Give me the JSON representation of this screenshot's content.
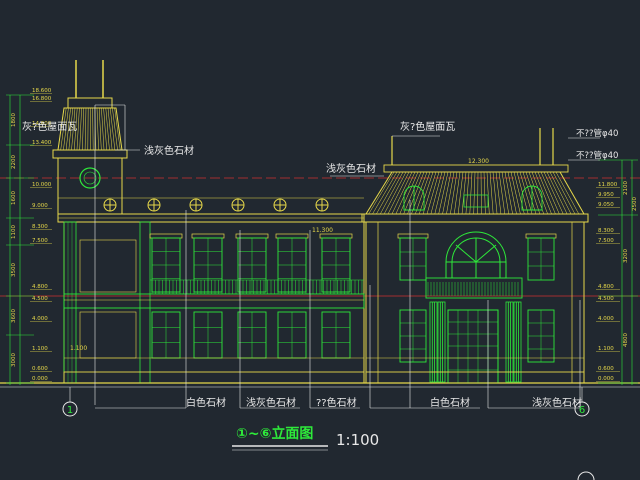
{
  "drawing": {
    "title": "①~⑥立面图",
    "scale": "1:100",
    "axis_start": "1",
    "axis_end": "6"
  },
  "labels": {
    "roof_tile_left": "灰?色屋面瓦",
    "light_gray_stone_upper": "浅灰色石材",
    "light_gray_stone_mid": "浅灰色石材",
    "roof_tile_right": "灰?色屋面瓦",
    "pipe_top": "不??管φ40",
    "pipe_mid": "不??管φ40",
    "white_stone_left": "白色石材",
    "light_gray_stone_bottom_left": "浅灰色石材",
    "unknown_stone": "??色石材",
    "white_stone_right": "白色石材",
    "light_gray_stone_bottom_right": "浅灰色石材"
  },
  "levels_left": [
    "18.600",
    "16.800",
    "14.600",
    "13.400",
    "10.000",
    "9.000",
    "8.300",
    "7.500",
    "4.800",
    "4.500",
    "4.000",
    "1.100",
    "0.600",
    "0.000"
  ],
  "levels_right": [
    "11.800",
    "9.950",
    "9.050",
    "8.300",
    "7.500",
    "4.800",
    "4.500",
    "4.000",
    "1.100",
    "0.600",
    "0.000"
  ],
  "dims_left": [
    "1800",
    "2200",
    "1600",
    "1100",
    "3500",
    "3600",
    "3000"
  ],
  "dims_right": [
    "2100",
    "2500",
    "3200",
    "4800"
  ],
  "floor_marks": [
    "12.300",
    "11.300",
    "1.100"
  ],
  "colors": {
    "background": "#212830",
    "line_yellow": "#e6d84a",
    "line_green": "#2ee83a",
    "line_white": "#e8e8e8",
    "section_red": "#d03030",
    "line_magenta": "#d04ad8"
  }
}
